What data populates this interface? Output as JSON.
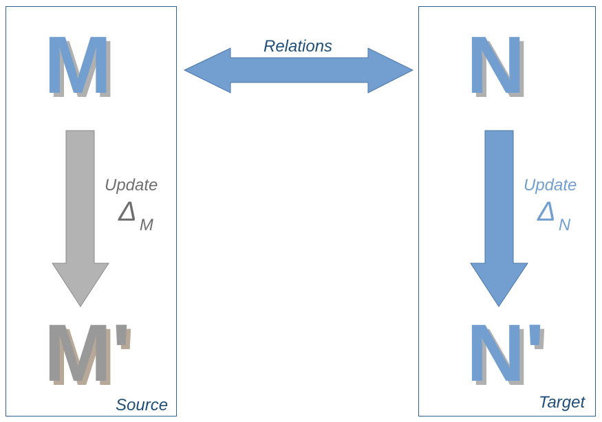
{
  "source": {
    "label": "Source",
    "model": "M",
    "updated_model": "M'",
    "update_label": "Update",
    "delta_symbol": "Δ",
    "delta_sub": "M"
  },
  "target": {
    "label": "Target",
    "model": "N",
    "updated_model": "N'",
    "update_label": "Update",
    "delta_symbol": "Δ",
    "delta_sub": "N"
  },
  "relations": {
    "label": "Relations"
  },
  "colors": {
    "blue": "#729fcf",
    "grey": "#b0b0b0",
    "border": "#2f5f8f",
    "label": "#1f4e79"
  }
}
